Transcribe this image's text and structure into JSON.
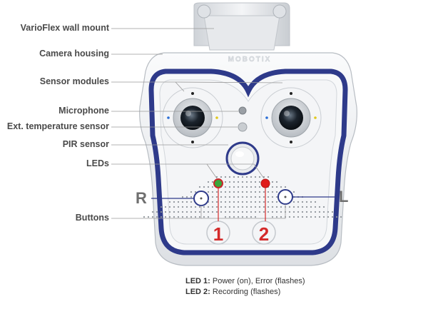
{
  "callouts": {
    "wall_mount": "VarioFlex wall mount",
    "housing": "Camera housing",
    "sensor_modules": "Sensor modules",
    "microphone": "Microphone",
    "temp_sensor": "Ext. temperature sensor",
    "pir_sensor": "PIR sensor",
    "leds": "LEDs",
    "buttons": "Buttons"
  },
  "sides": {
    "right": "R",
    "left": "L"
  },
  "brand": "MOBOTIX",
  "button_numbers": {
    "one": "1",
    "two": "2"
  },
  "legend": [
    {
      "key": "LED 1:",
      "text": "Power (on), Error (flashes)"
    },
    {
      "key": "LED 2:",
      "text": "Recording (flashes)"
    }
  ],
  "colors": {
    "housing": "#f1f3f5",
    "bezel": "#2e3a8a",
    "callout_line": "#9a9a9a",
    "led_line": "#d42a2a",
    "button_ring": "#2e3a8a",
    "led_1": "#3aa53a",
    "led_2": "#e01b1b",
    "numbers": "#d42a2a"
  }
}
